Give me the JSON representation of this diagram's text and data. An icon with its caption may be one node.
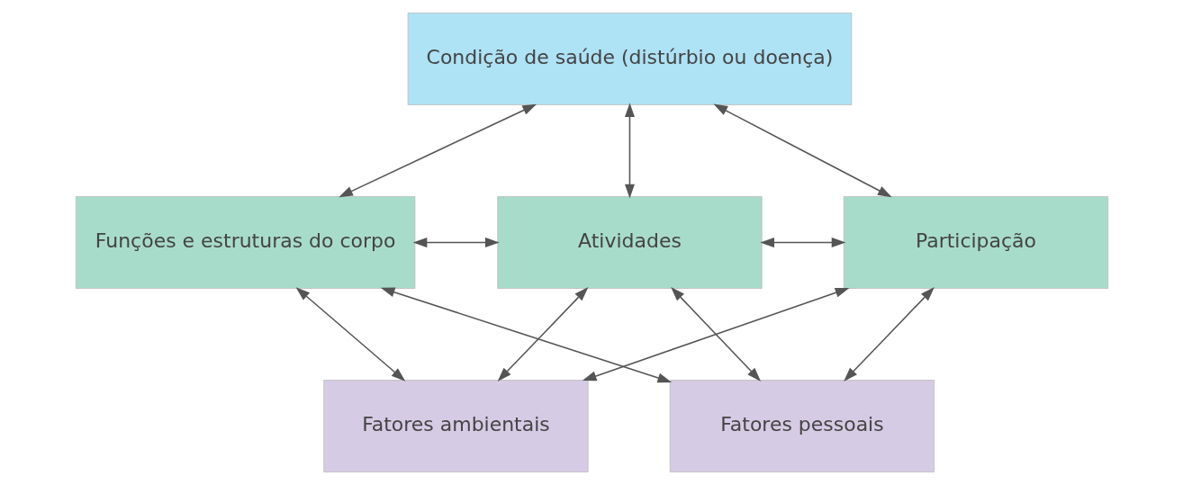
{
  "diagram": {
    "nodes": [
      {
        "text": [
          "Condição de saúde (distúrbio ou doença)"
        ]
      },
      {
        "text": [
          "Funções e estruturas do corpo"
        ]
      },
      {
        "text": [
          "Atividades"
        ]
      },
      {
        "text": [
          "Participação"
        ]
      },
      {
        "text": [
          "Fatores ambientais"
        ]
      },
      {
        "text": [
          "Fatores pessoais"
        ]
      }
    ],
    "edges": [
      {
        "from": 0,
        "to": 1,
        "arrow": "both"
      },
      {
        "from": 0,
        "to": 2,
        "arrow": "both"
      },
      {
        "from": 0,
        "to": 3,
        "arrow": "both"
      },
      {
        "from": 1,
        "to": 2,
        "arrow": "both"
      },
      {
        "from": 2,
        "to": 3,
        "arrow": "both"
      },
      {
        "from": 1,
        "to": 4,
        "arrow": "both"
      },
      {
        "from": 2,
        "to": 4,
        "arrow": "both"
      },
      {
        "from": 3,
        "to": 4,
        "arrow": "both"
      },
      {
        "from": 1,
        "to": 5,
        "arrow": "both"
      },
      {
        "from": 2,
        "to": 5,
        "arrow": "both"
      },
      {
        "from": 3,
        "to": 5,
        "arrow": "both"
      }
    ]
  }
}
